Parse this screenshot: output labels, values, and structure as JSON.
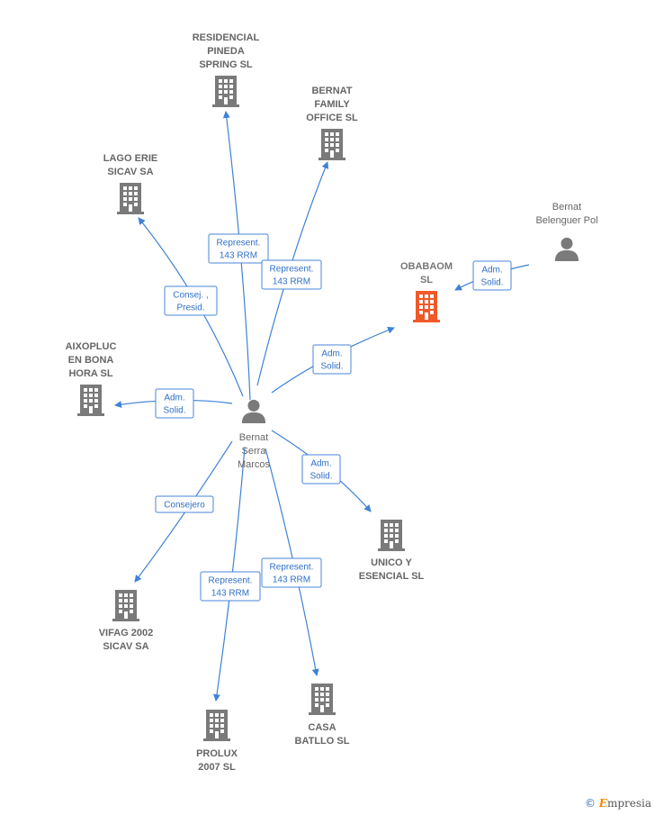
{
  "colors": {
    "edge": "#3f82d6",
    "building": "#7a7a7a",
    "building_focus": "#f05a28",
    "person": "#7a7a7a"
  },
  "nodes": [
    {
      "id": "center",
      "type": "person",
      "label": [
        "Bernat",
        "Serra",
        "Marcos"
      ]
    },
    {
      "id": "residencial",
      "type": "company",
      "label": [
        "RESIDENCIAL",
        "PINEDA",
        "SPRING SL"
      ]
    },
    {
      "id": "bernat_family",
      "type": "company",
      "label": [
        "BERNAT",
        "FAMILY",
        "OFFICE SL"
      ]
    },
    {
      "id": "lago",
      "type": "company",
      "label": [
        "LAGO ERIE",
        "SICAV SA"
      ]
    },
    {
      "id": "obabaom",
      "type": "company",
      "focus": true,
      "label": [
        "OBABAOM",
        "SL"
      ]
    },
    {
      "id": "belenguer",
      "type": "person",
      "label": [
        "Bernat",
        "Belenguer Pol"
      ]
    },
    {
      "id": "aixopluc",
      "type": "company",
      "label": [
        "AIXOPLUC",
        "EN BONA",
        "HORA  SL"
      ]
    },
    {
      "id": "unico",
      "type": "company",
      "label": [
        "UNICO Y",
        "ESENCIAL  SL"
      ]
    },
    {
      "id": "vifag",
      "type": "company",
      "label": [
        "VIFAG 2002",
        "SICAV SA"
      ]
    },
    {
      "id": "prolux",
      "type": "company",
      "label": [
        "PROLUX",
        "2007 SL"
      ]
    },
    {
      "id": "casa",
      "type": "company",
      "label": [
        "CASA",
        "BATLLO  SL"
      ]
    }
  ],
  "edges": [
    {
      "from": "center",
      "to": "residencial",
      "label": [
        "Represent.",
        "143 RRM"
      ]
    },
    {
      "from": "center",
      "to": "bernat_family",
      "label": [
        "Represent.",
        "143 RRM"
      ]
    },
    {
      "from": "center",
      "to": "lago",
      "label": [
        "Consej. ,",
        "Presid."
      ]
    },
    {
      "from": "center",
      "to": "obabaom",
      "label": [
        "Adm.",
        "Solid."
      ]
    },
    {
      "from": "belenguer",
      "to": "obabaom",
      "label": [
        "Adm.",
        "Solid."
      ]
    },
    {
      "from": "center",
      "to": "aixopluc",
      "label": [
        "Adm.",
        "Solid."
      ]
    },
    {
      "from": "center",
      "to": "unico",
      "label": [
        "Adm.",
        "Solid."
      ]
    },
    {
      "from": "center",
      "to": "vifag",
      "label": [
        "Consejero"
      ]
    },
    {
      "from": "center",
      "to": "prolux",
      "label": [
        "Represent.",
        "143 RRM"
      ]
    },
    {
      "from": "center",
      "to": "casa",
      "label": [
        "Represent.",
        "143 RRM"
      ]
    }
  ],
  "watermark": {
    "copyright": "©",
    "brand_e": "E",
    "brand_rest": "mpresia"
  }
}
